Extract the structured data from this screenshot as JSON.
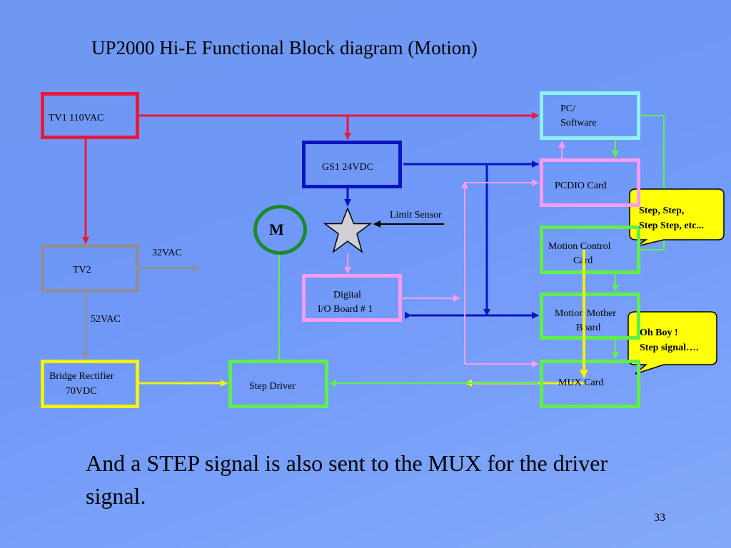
{
  "title": "UP2000 Hi-E Functional Block diagram (Motion)",
  "blocks": {
    "tv1": "TV1 110VAC",
    "tv2": "TV2",
    "bridge_line1": "Bridge Rectifier",
    "bridge_line2": "70VDC",
    "gs1": "GS1 24VDC",
    "motor": "M",
    "limit_sensor": "Limit Sensor",
    "digital_line1": "Digital",
    "digital_line2": "I/O Board # 1",
    "step_driver": "Step Driver",
    "pc_line1": "PC/",
    "pc_line2": "Software",
    "pcdio": "PCDIO Card",
    "motion_control_line1": "Motion Control",
    "motion_control_line2": "Card",
    "mother_line1": "Motion Mother",
    "mother_line2": "Board",
    "mux": "MUX Card"
  },
  "labels": {
    "vac32": "32VAC",
    "vac52": "52VAC"
  },
  "callouts": {
    "step": "Step, Step,\nStep Step, etc...",
    "ohboy": "Oh Boy !\nStep signal…."
  },
  "caption": "And a STEP signal is also sent to the MUX for the driver signal.",
  "page_number": "33",
  "colors": {
    "red": "#e8193c",
    "gray": "#8e8e9e",
    "yellow": "#f2f20a",
    "green": "#5ef04a",
    "blue": "#0a14c0",
    "pink": "#f79cf2",
    "cyan": "#8ef2f2",
    "motor_green": "#1c8a2a"
  }
}
